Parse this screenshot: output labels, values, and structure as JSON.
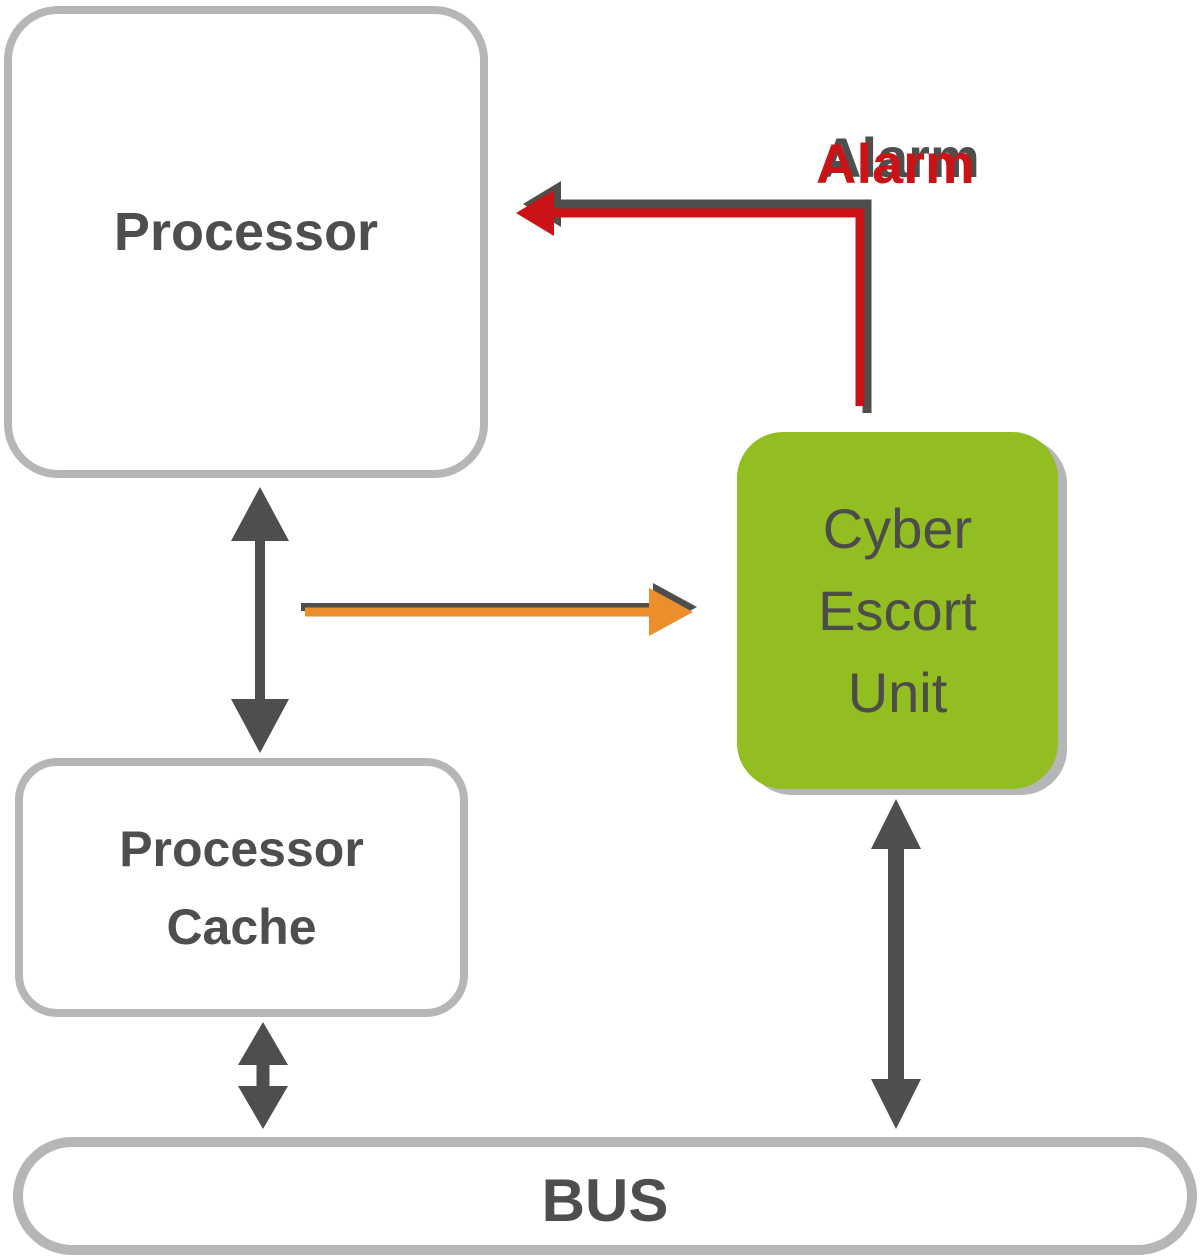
{
  "diagram": {
    "nodes": {
      "processor": {
        "label": "Processor"
      },
      "processor_cache": {
        "lines": [
          "Processor",
          "Cache"
        ]
      },
      "cyber_escort_unit": {
        "lines": [
          "Cyber",
          "Escort",
          "Unit"
        ]
      },
      "bus": {
        "label": "BUS"
      }
    },
    "edges": {
      "alarm": {
        "label": "Alarm",
        "color": "#cb1217",
        "style": "arrow-to-processor"
      },
      "monitor": {
        "label": "",
        "color": "#eb8e2b",
        "style": "arrow-to-cyber-escort-unit"
      },
      "processor_cache_link": {
        "label": "",
        "color": "#4e4e4d",
        "style": "double-headed"
      },
      "cache_bus_link": {
        "label": "",
        "color": "#4e4e4d",
        "style": "double-headed"
      },
      "ceu_bus_link": {
        "label": "",
        "color": "#4e4e4d",
        "style": "double-headed"
      }
    },
    "colors": {
      "green": "#93be21",
      "red": "#cb1217",
      "orange": "#eb8e2b",
      "dark_gray": "#4e4e4d",
      "border_gray": "#b4b6b8"
    }
  }
}
